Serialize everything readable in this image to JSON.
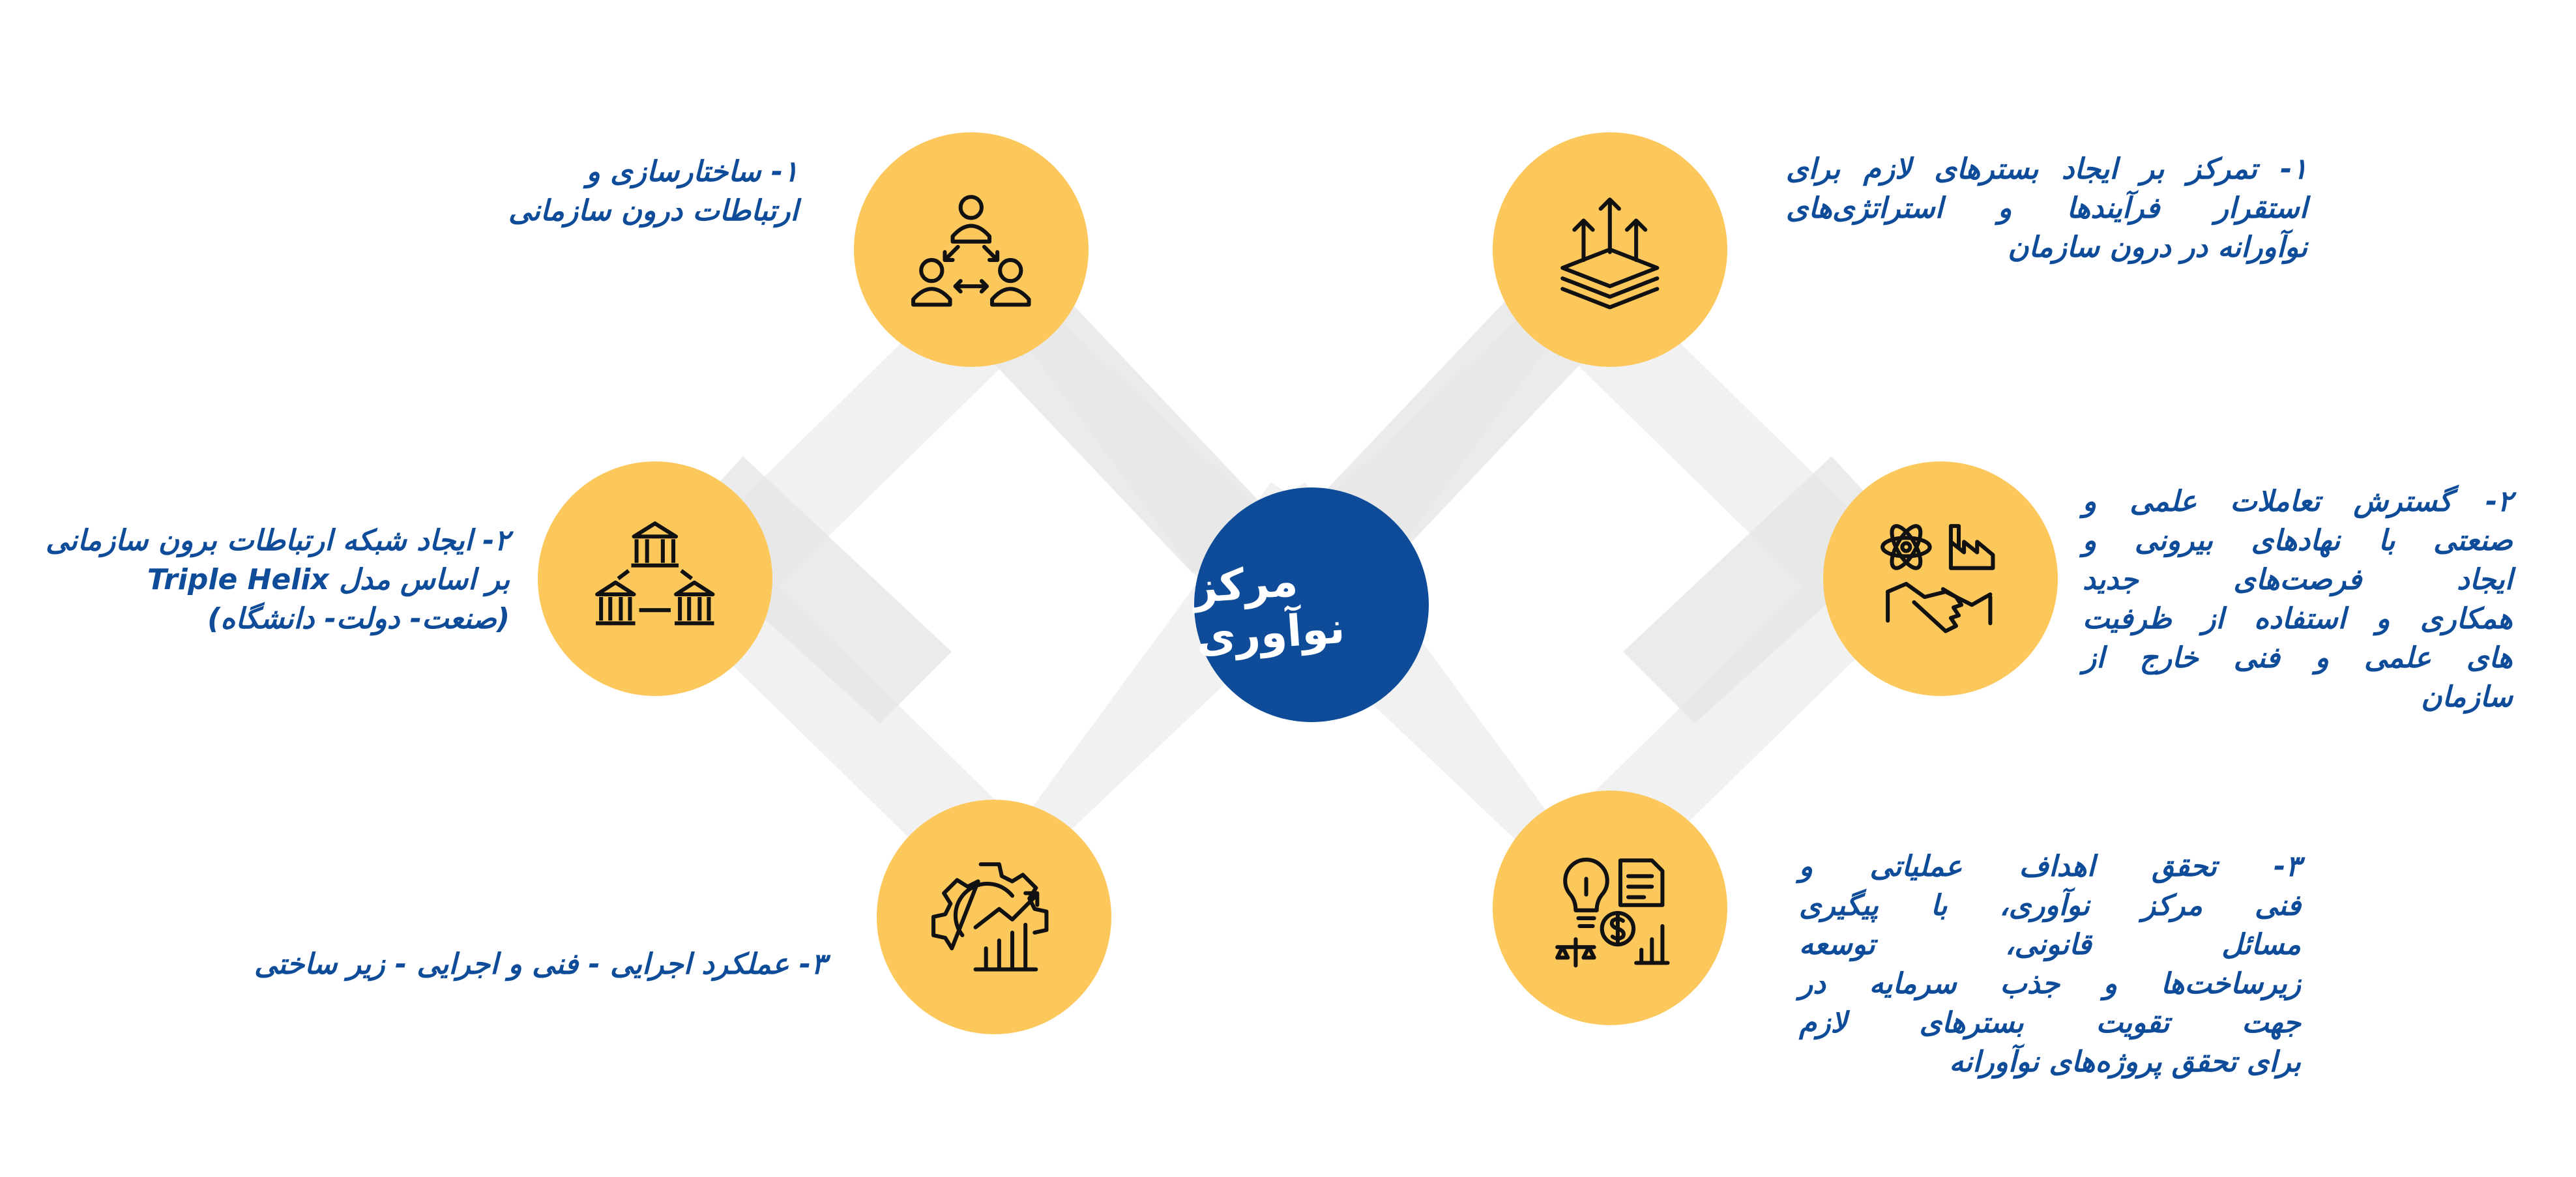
{
  "center": {
    "title": "مرکز نوآوری"
  },
  "colors": {
    "node_fill": "#FCC75B",
    "center_fill": "#0E4C9A",
    "text": "#0E4C9A",
    "band": "#EFEFEF"
  },
  "left_items": [
    {
      "icon": "people-network-icon",
      "lines": [
        "۱- ساختارسازی و",
        "ارتباطات درون سازمانی"
      ]
    },
    {
      "icon": "institution-network-icon",
      "lines": [
        "۲- ایجاد شبکه ارتباطات برون سازمانی",
        "بر اساس مدل Triple Helix",
        "(صنعت- دولت- دانشگاه)"
      ]
    },
    {
      "icon": "gear-growth-chart-icon",
      "lines": [
        "۳- عملکرد اجرایی - فنی و اجرایی - زیر ساختی"
      ]
    }
  ],
  "right_items": [
    {
      "icon": "layers-arrows-up-icon",
      "lines": [
        "۱- تمرکز بر ایجاد بسترهای لازم برای",
        "استقرار فرآیندها و استراتژی‌های",
        "نوآورانه در درون سازمان"
      ]
    },
    {
      "icon": "science-handshake-factory-icon",
      "lines": [
        "۲- گسترش تعاملات علمی و",
        "صنعتی با نهادهای بیرونی و",
        "ایجاد فرصت‌های جدید",
        "همکاری و استفاده از ظرفیت",
        "های علمی و فنی خارج از",
        "سازمان"
      ]
    },
    {
      "icon": "idea-finance-icon",
      "lines": [
        "۳- تحقق اهداف عملیاتی و",
        "فنی مرکز نوآوری، با پیگیری",
        "مسائل قانونی، توسعه",
        "زیرساخت‌ها و جذب سرمایه در",
        "جهت تقویت بسترهای لازم",
        "برای تحقق پروژه‌های نوآورانه"
      ]
    }
  ]
}
